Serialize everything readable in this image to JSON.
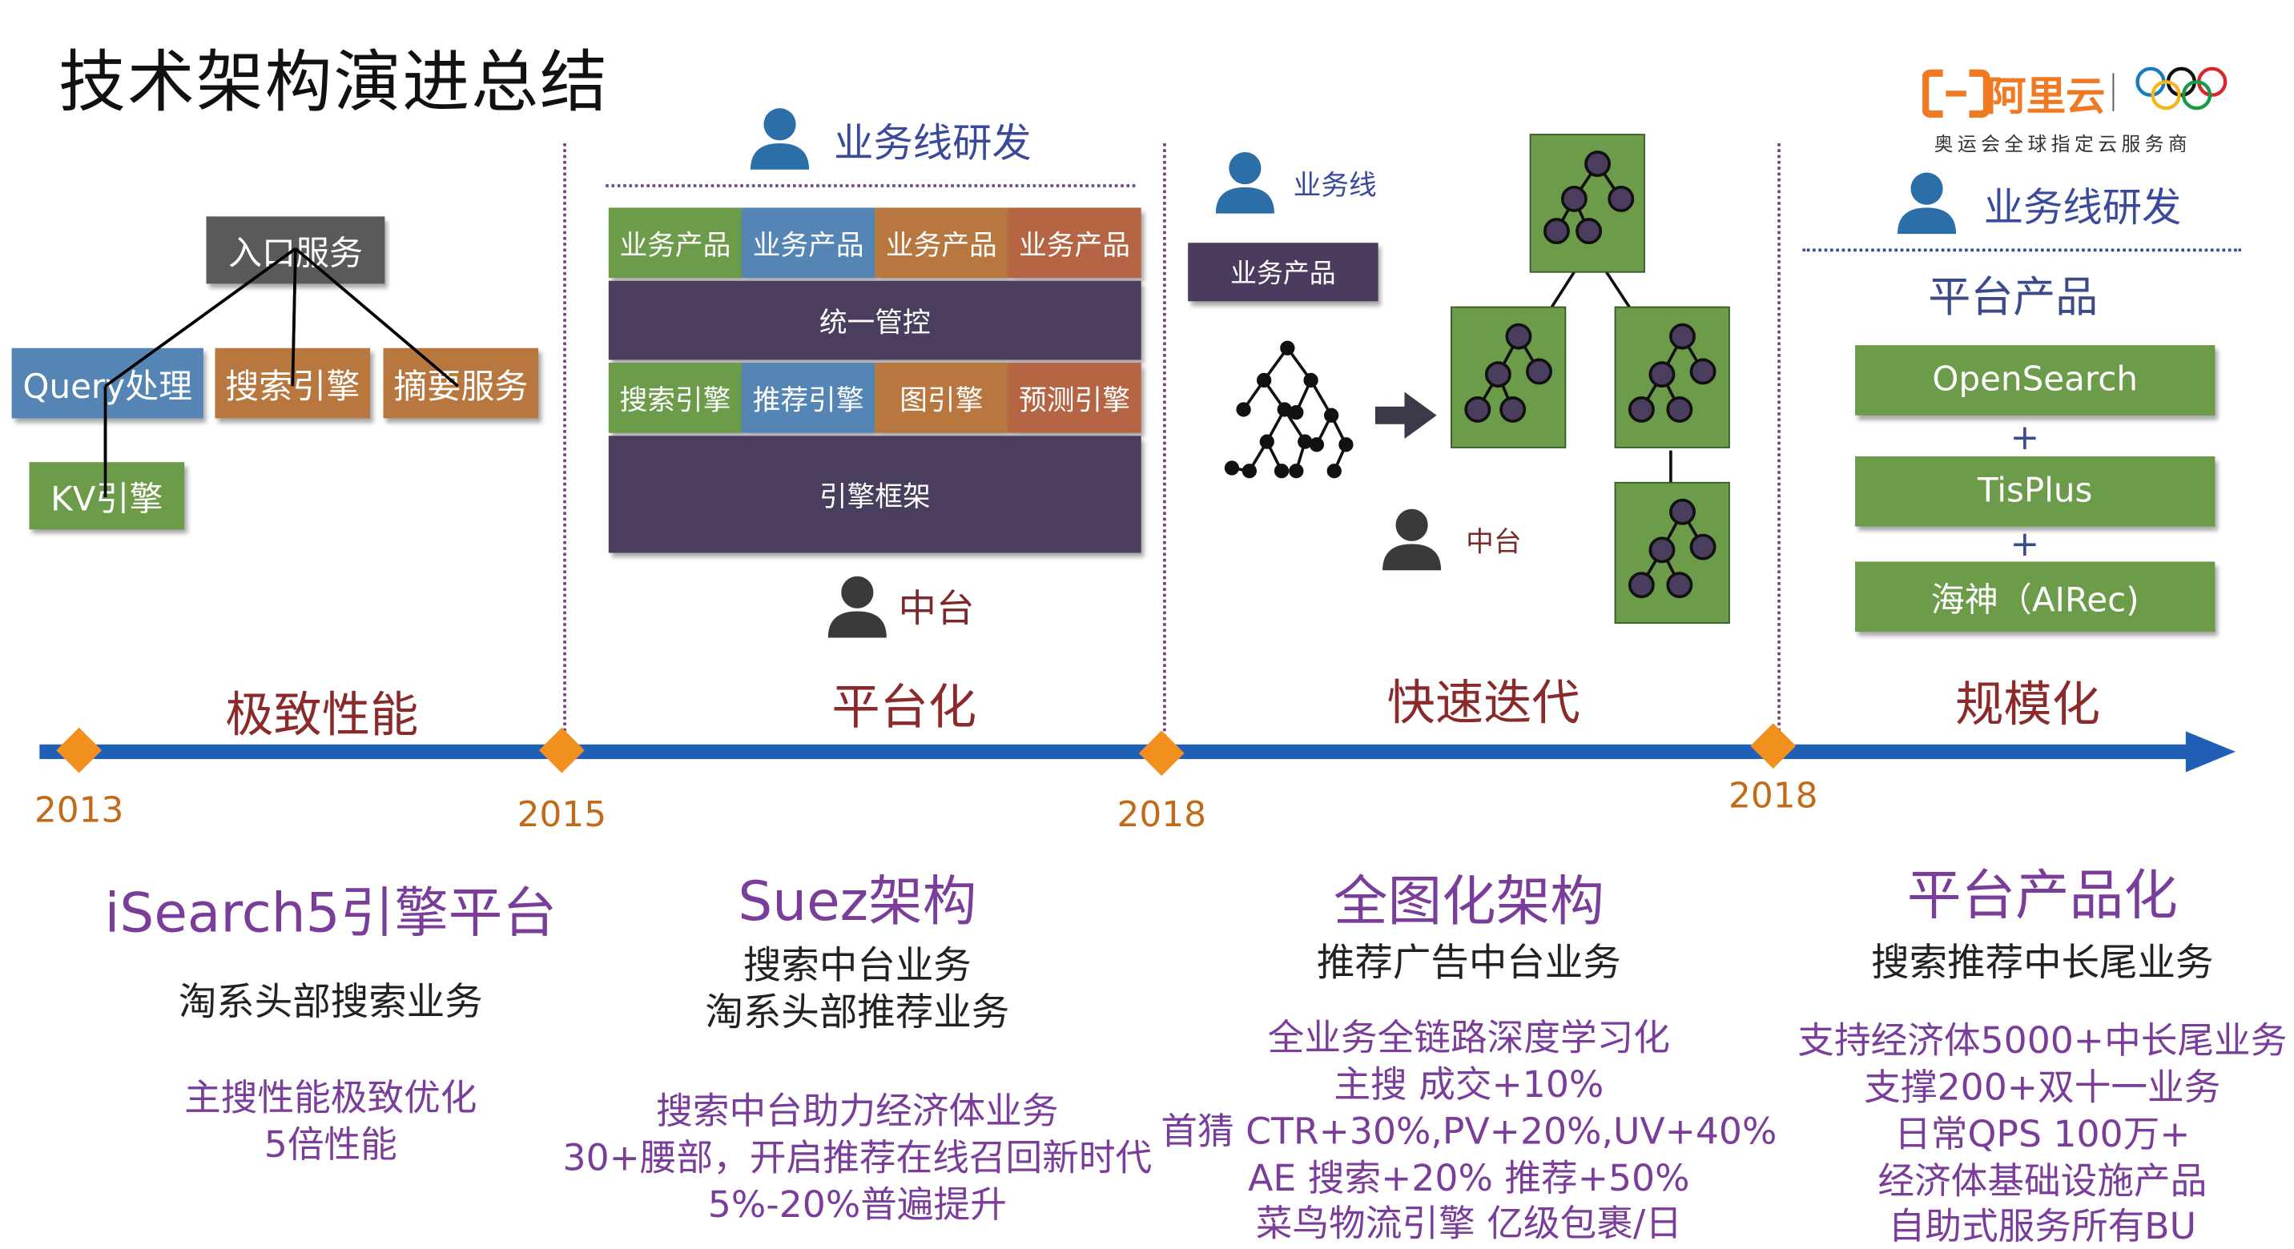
{
  "title": "技术架构演进总结",
  "brand": {
    "name": "阿里云",
    "tagline": "奥运会全球指定云服务商",
    "brand_color": "#f07a24"
  },
  "colors": {
    "timeline": "#1f5fb5",
    "marker": "#f2901f",
    "phase_text": "#8a2a2a",
    "year_text": "#c06a1a",
    "result_text": "#7a3d9a"
  },
  "phase1": {
    "boxes": {
      "entry": "入口服务",
      "query": "Query处理",
      "search": "搜索引擎",
      "summary": "摘要服务",
      "kv": "KV引擎"
    }
  },
  "phase2": {
    "top_label": "业务线研发",
    "products": [
      "业务产品",
      "业务产品",
      "业务产品",
      "业务产品"
    ],
    "control": "统一管控",
    "engines": [
      "搜索引擎",
      "推荐引擎",
      "图引擎",
      "预测引擎"
    ],
    "framework": "引擎框架",
    "bottom_label": "中台"
  },
  "phase3": {
    "business_label": "业务线",
    "product": "业务产品",
    "middle_label": "中台"
  },
  "phase4": {
    "top_label": "业务线研发",
    "platform_label": "平台产品",
    "products": [
      "OpenSearch",
      "TisPlus",
      "海神（AIRec)"
    ],
    "plus": "+"
  },
  "timeline": {
    "phases": [
      "极致性能",
      "平台化",
      "快速迭代",
      "规模化"
    ],
    "years": [
      "2013",
      "2015",
      "2018",
      "2018"
    ]
  },
  "columns": [
    {
      "title": "iSearch5引擎平台",
      "sub": [
        "淘系头部搜索业务"
      ],
      "results": [
        "主搜性能极致优化",
        "5倍性能"
      ]
    },
    {
      "title": "Suez架构",
      "sub": [
        "搜索中台业务",
        "淘系头部推荐业务"
      ],
      "results": [
        "搜索中台助力经济体业务",
        "30+腰部，开启推荐在线召回新时代",
        "5%-20%普遍提升"
      ]
    },
    {
      "title": "全图化架构",
      "sub": [
        "推荐广告中台业务"
      ],
      "results": [
        "全业务全链路深度学习化",
        "主搜 成交+10%",
        "首猜 CTR+30%,PV+20%,UV+40%",
        "AE 搜索+20% 推荐+50%",
        "菜鸟物流引擎 亿级包裹/日"
      ]
    },
    {
      "title": "平台产品化",
      "sub": [
        "搜索推荐中长尾业务"
      ],
      "results": [
        "支持经济体5000+中长尾业务",
        "支撑200+双十一业务",
        "日常QPS 100万+",
        "经济体基础设施产品",
        "自助式服务所有BU"
      ]
    }
  ]
}
